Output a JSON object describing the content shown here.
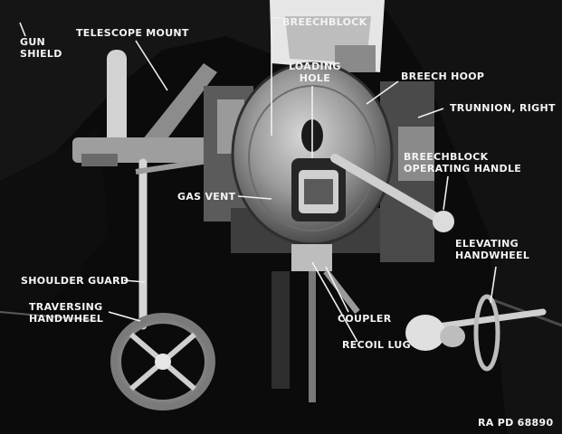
{
  "labels": {
    "gun_shield": "GUN\nSHIELD",
    "telescope_mount": "TELESCOPE MOUNT",
    "breechblock": "BREECHBLOCK",
    "loading_hole": "LOADING\nHOLE",
    "breech_hoop": "BREECH HOOP",
    "trunnion_right": "TRUNNION, RIGHT",
    "breechblock_operating_handle": "BREECHBLOCK\nOPERATING HANDLE",
    "gas_vent": "GAS VENT",
    "elevating_handwheel": "ELEVATING\nHANDWHEEL",
    "shoulder_guard": "SHOULDER GUARD",
    "traversing_handwheel": "TRAVERSING\nHANDWHEEL",
    "coupler": "COUPLER",
    "recoil_lug": "RECOIL LUG"
  },
  "reference_code": "RA PD 68890",
  "colors": {
    "background": "#0b0b0b",
    "label": "#f4f4f4",
    "metal_light": "#bdbdbd",
    "metal_mid": "#7a7a7a",
    "metal_dark": "#3a3a3a"
  }
}
